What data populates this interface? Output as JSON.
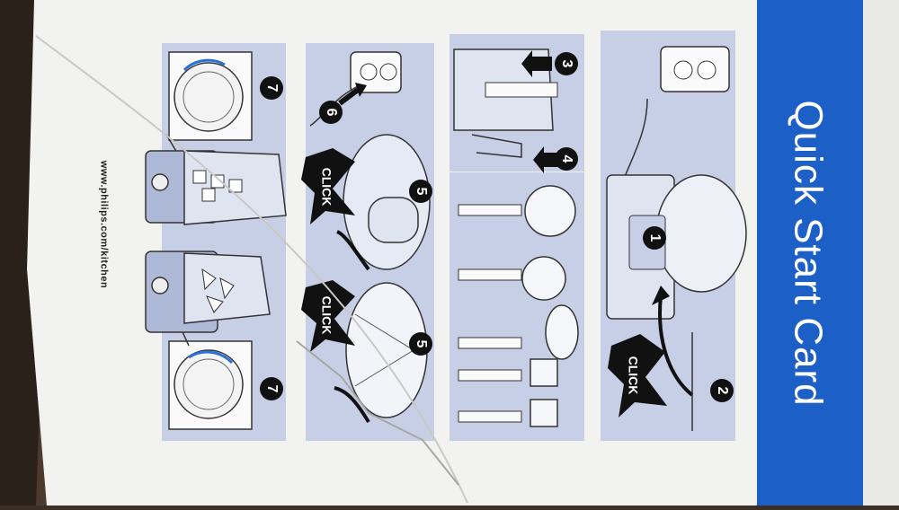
{
  "card": {
    "title": "Quick Start Card",
    "url": "www.philips.com/kitchen",
    "brand_color": "#1c5fc7",
    "panel_color": "#c6cfe6"
  },
  "steps": {
    "s1": "1",
    "s2": "2",
    "s3": "3",
    "s4": "4",
    "s5a": "5",
    "s5b": "5",
    "s6": "6",
    "s7a": "7",
    "s7b": "7"
  },
  "click_labels": {
    "c1": "CLICK",
    "c2": "CLICK",
    "c3": "CLICK"
  }
}
